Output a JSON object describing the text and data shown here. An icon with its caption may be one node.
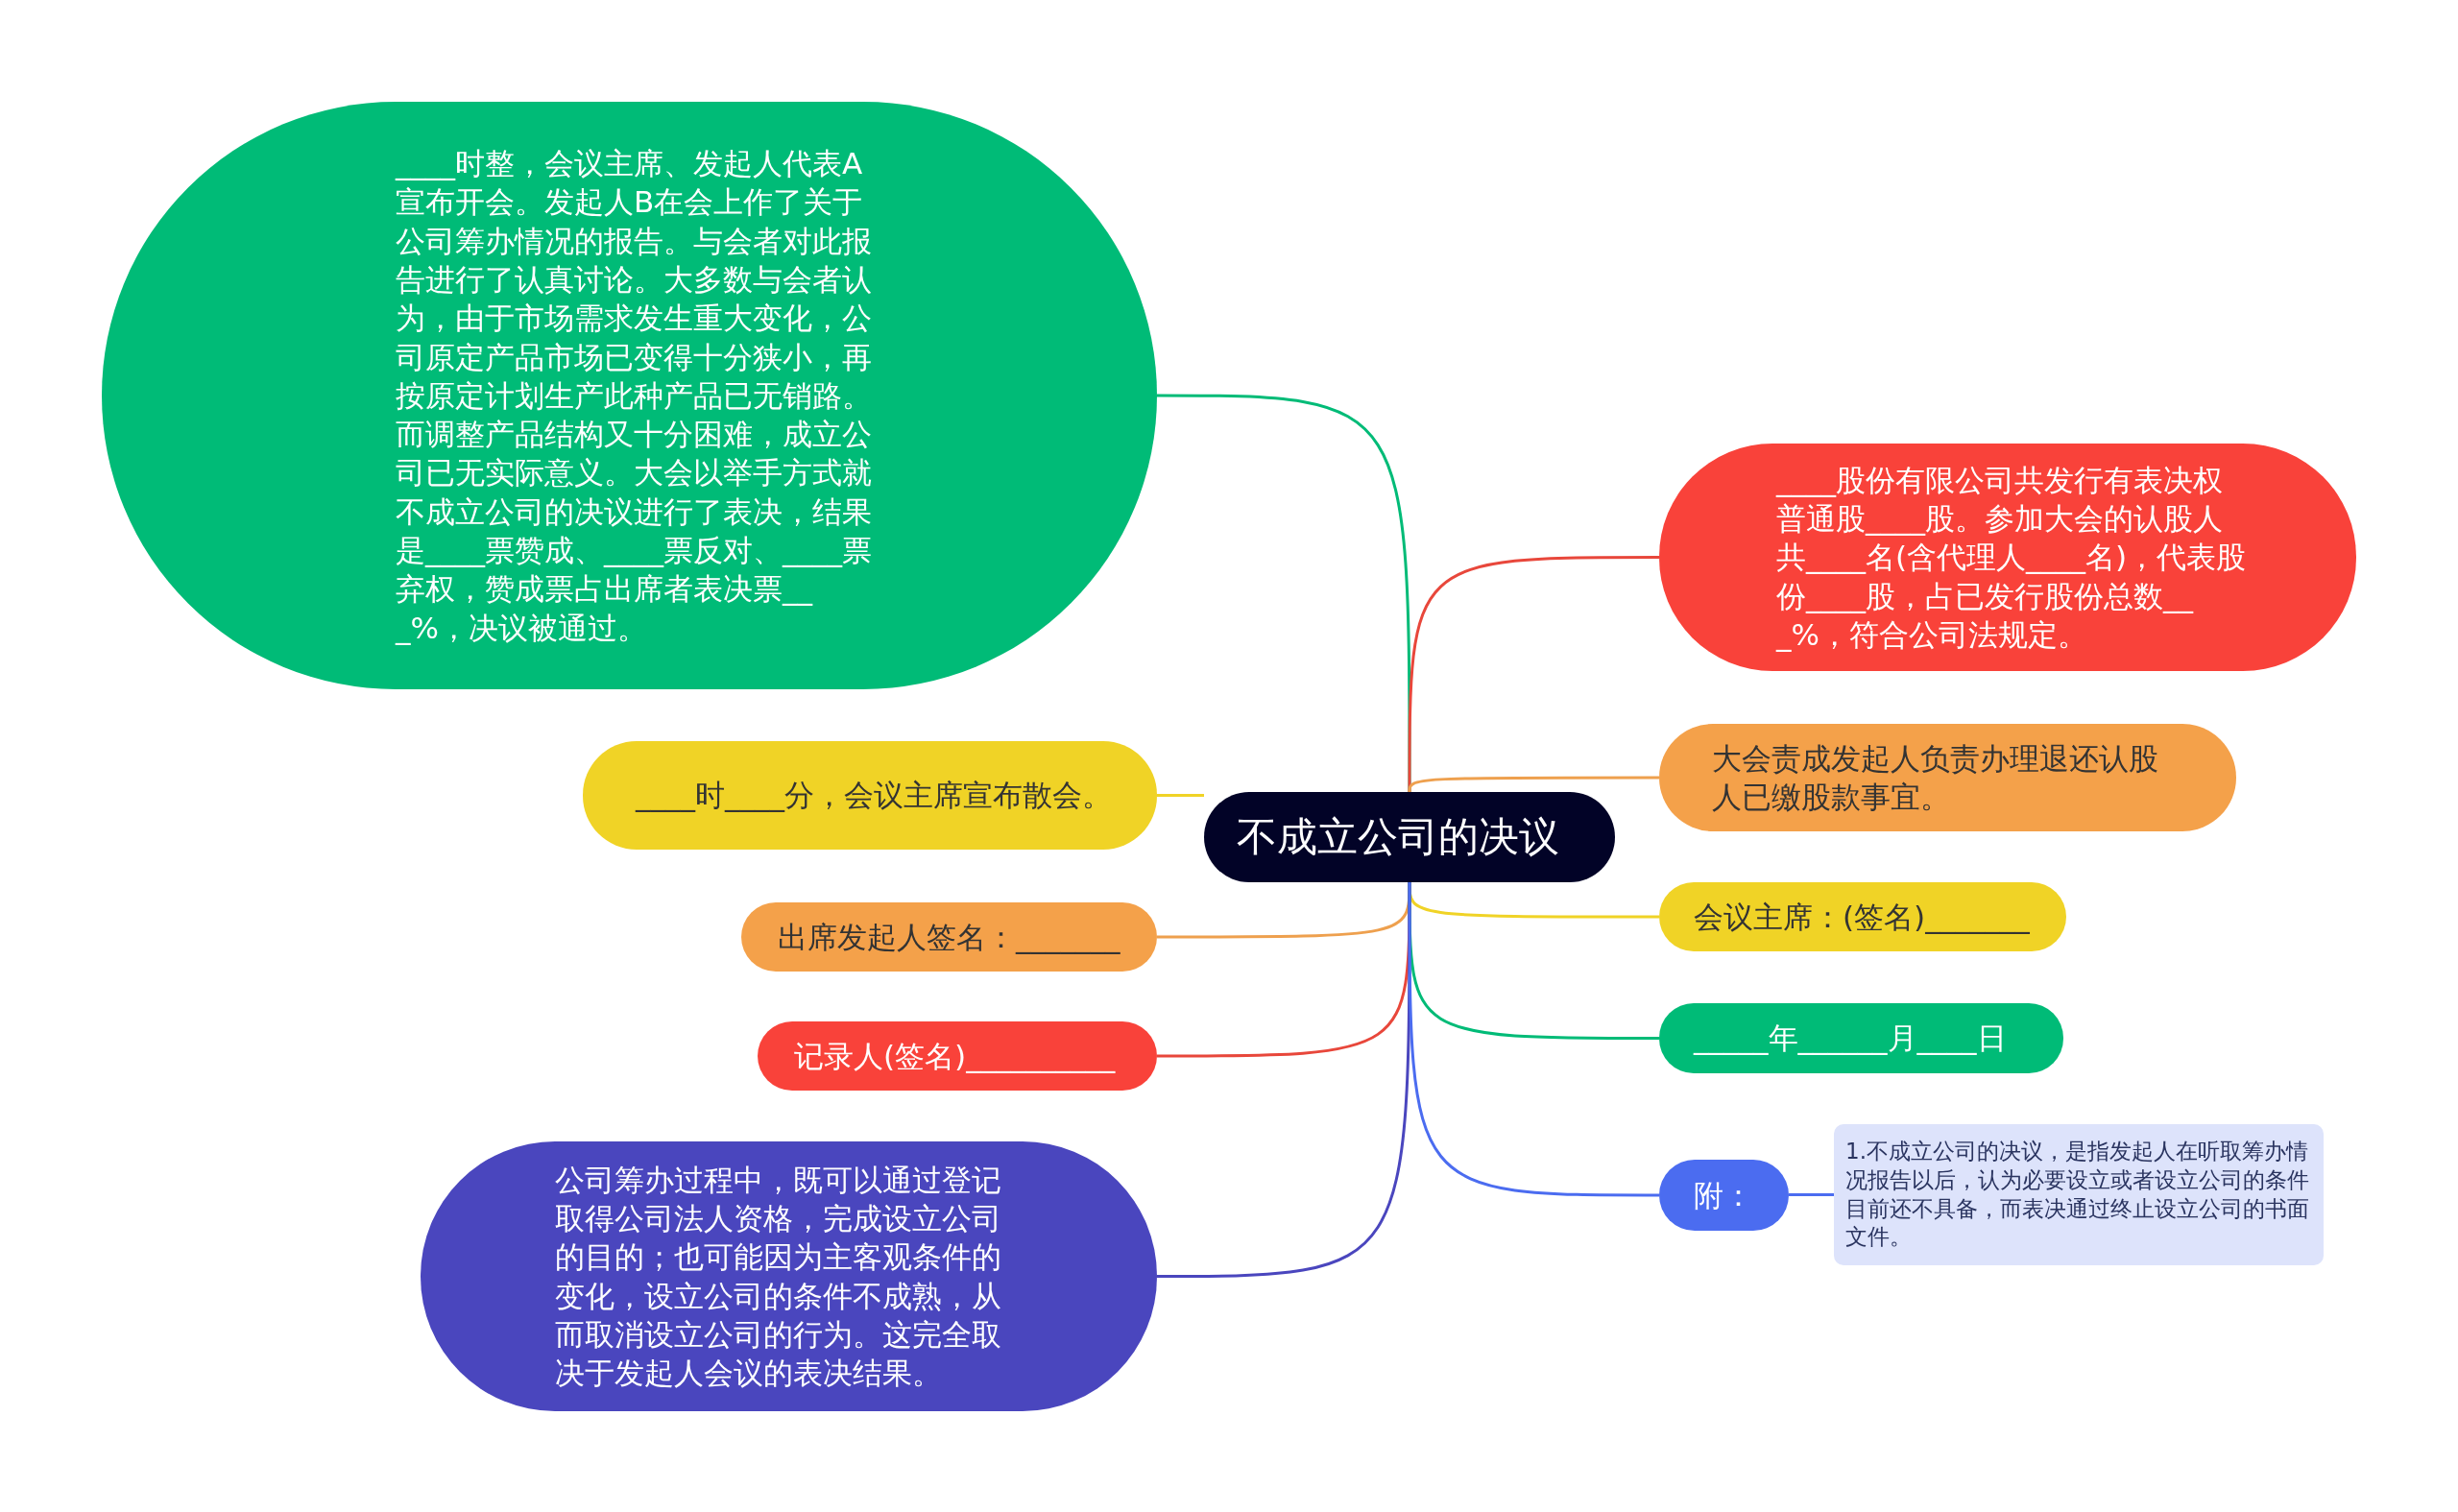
{
  "diagram": {
    "nodes": [
      {
        "text": [
          "不成立公司的决议"
        ]
      },
      {
        "text": [
          "____时整，会议主席、发起人代表A宣布开会。发起人B在会上作了关于公司筹办情况的报告。与会者对此报告进行了认真讨论。大多数与会者认为，由于市场需求发生重大变化，公司原定产品市场已变得十分狭小，再按原定计划生产此种产品已无销路。而调整产品结构又十分困难，成立公司已无实际意义。大会以举手方式就不成立公司的决议进行了表决，结果是____票赞成、____票反对、____票弃权，赞成票占出席者表决票___%，决议被通过。"
        ]
      },
      {
        "text": [
          "____股份有限公司共发行有表决权普通股____股。参加大会的认股人共____名(含代理人____名)，代表股份____股，占已发行股份总数___%，符合公司法规定。"
        ]
      },
      {
        "text": [
          "____时____分，会议主席宣布散会。"
        ]
      },
      {
        "text": [
          "大会责成发起人负责办理退还认股人已缴股款事宜。"
        ]
      },
      {
        "text": [
          "出席发起人签名：_______"
        ]
      },
      {
        "text": [
          "会议主席：(签名)_______"
        ]
      },
      {
        "text": [
          "记录人(签名)__________"
        ]
      },
      {
        "text": [
          "_____年______月____日"
        ]
      },
      {
        "text": [
          "公司筹办过程中，既可以通过登记取得公司法人资格，完成设立公司的目的；也可能因为主客观条件的变化，设立公司的条件不成熟，从而取消设立公司的行为。这完全取决于发起人会议的表决结果。"
        ]
      },
      {
        "text": [
          "附："
        ]
      },
      {
        "text": [
          "1.不成立公司的决议，是指发起人在听取筹办情况报告以后，认为必要设立或者设立公司的条件目前还不具备，而表决通过终止设立公司的书面文件。"
        ]
      }
    ],
    "edges": [
      {
        "from": 0,
        "to": 1,
        "arrow": "none",
        "color": "#00bb77"
      },
      {
        "from": 0,
        "to": 2,
        "arrow": "none",
        "color": "#e8473b"
      },
      {
        "from": 0,
        "to": 3,
        "arrow": "none",
        "color": "#f0d326"
      },
      {
        "from": 0,
        "to": 4,
        "arrow": "none",
        "color": "#eea04e"
      },
      {
        "from": 0,
        "to": 5,
        "arrow": "none",
        "color": "#eea04e"
      },
      {
        "from": 0,
        "to": 6,
        "arrow": "none",
        "color": "#f0d326"
      },
      {
        "from": 0,
        "to": 7,
        "arrow": "none",
        "color": "#e8473b"
      },
      {
        "from": 0,
        "to": 8,
        "arrow": "none",
        "color": "#00bb77"
      },
      {
        "from": 0,
        "to": 9,
        "arrow": "none",
        "color": "#4a46be"
      },
      {
        "from": 0,
        "to": 10,
        "arrow": "none",
        "color": "#4b6cf0"
      },
      {
        "from": 10,
        "to": 11,
        "arrow": "none",
        "color": "#4b6cf0"
      }
    ]
  }
}
